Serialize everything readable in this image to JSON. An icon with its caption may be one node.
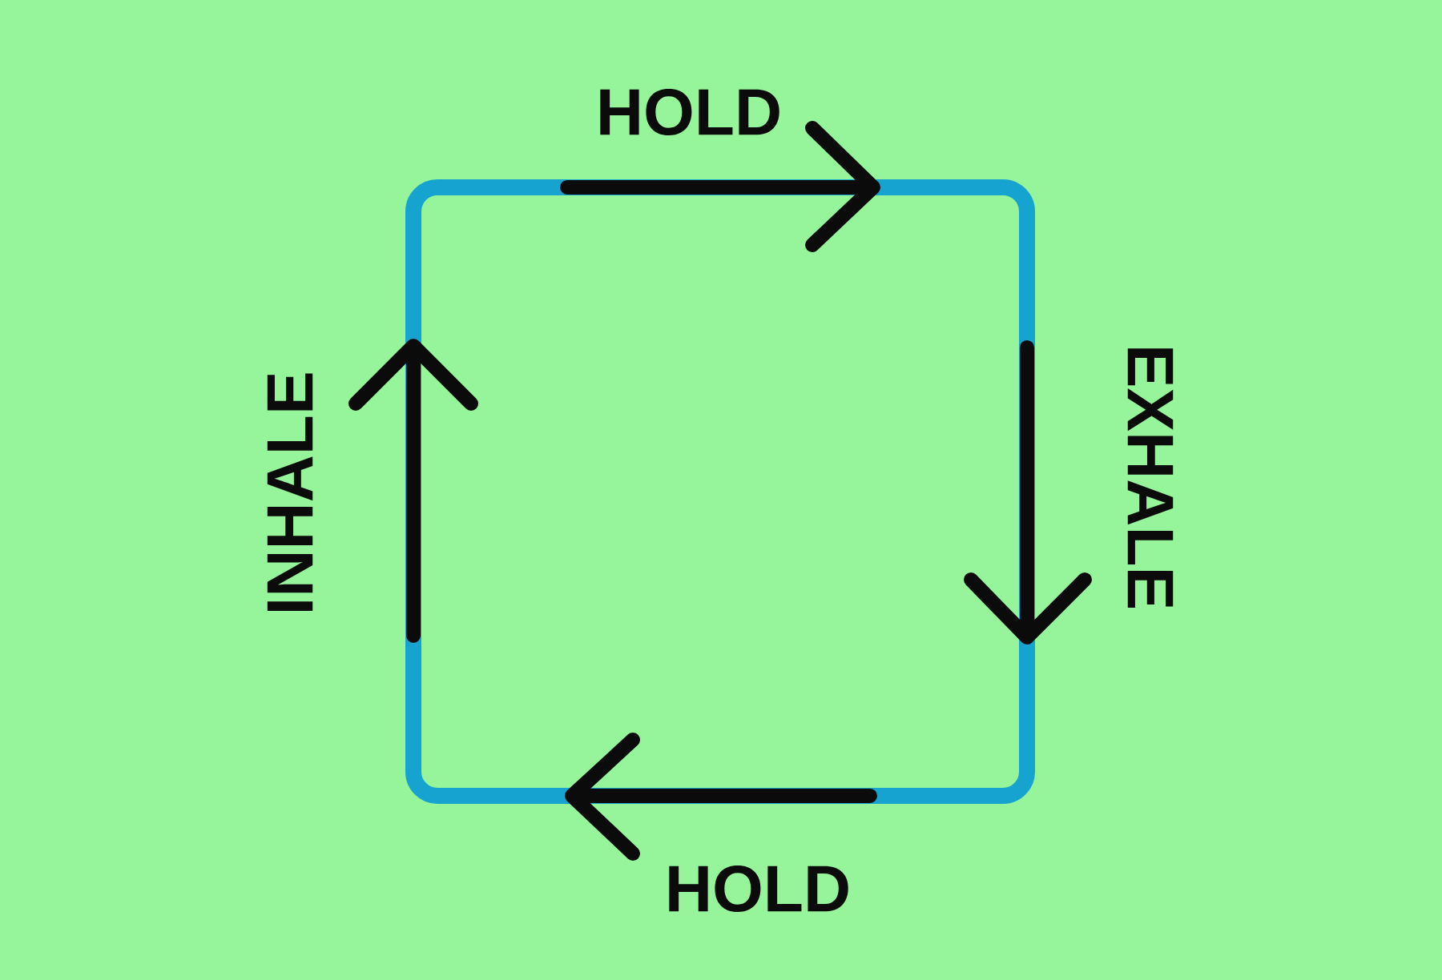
{
  "diagram": {
    "nodes": [
      {
        "text": [],
        "shape": "box"
      }
    ],
    "labels": [
      "HOLD",
      "INHALE",
      "EXHALE",
      "HOLD"
    ]
  }
}
